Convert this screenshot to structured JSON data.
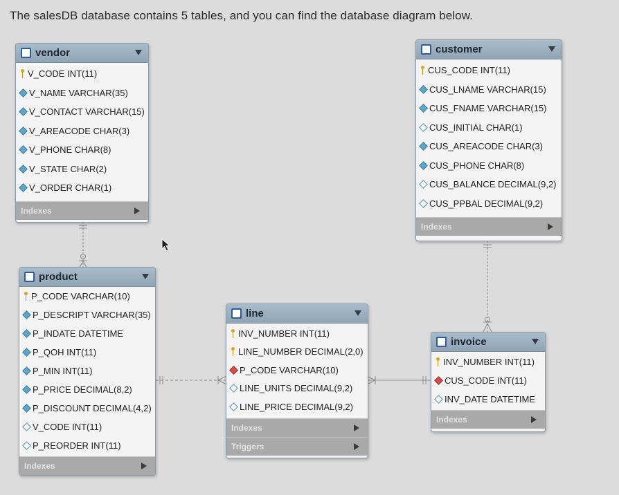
{
  "intro_text": "The salesDB database contains 5 tables, and you can find the database diagram below.",
  "tables": {
    "vendor": {
      "name": "vendor",
      "columns": [
        {
          "label": "V_CODE INT(11)",
          "key": "pk"
        },
        {
          "label": "V_NAME VARCHAR(35)",
          "key": "col"
        },
        {
          "label": "V_CONTACT VARCHAR(15)",
          "key": "col"
        },
        {
          "label": "V_AREACODE CHAR(3)",
          "key": "col"
        },
        {
          "label": "V_PHONE CHAR(8)",
          "key": "col"
        },
        {
          "label": "V_STATE CHAR(2)",
          "key": "col"
        },
        {
          "label": "V_ORDER CHAR(1)",
          "key": "col"
        }
      ],
      "sections": [
        "Indexes"
      ]
    },
    "customer": {
      "name": "customer",
      "columns": [
        {
          "label": "CUS_CODE INT(11)",
          "key": "pk"
        },
        {
          "label": "CUS_LNAME VARCHAR(15)",
          "key": "col"
        },
        {
          "label": "CUS_FNAME VARCHAR(15)",
          "key": "col"
        },
        {
          "label": "CUS_INITIAL CHAR(1)",
          "key": "open"
        },
        {
          "label": "CUS_AREACODE CHAR(3)",
          "key": "col"
        },
        {
          "label": "CUS_PHONE CHAR(8)",
          "key": "col"
        },
        {
          "label": "CUS_BALANCE DECIMAL(9,2)",
          "key": "open"
        },
        {
          "label": "CUS_PPBAL DECIMAL(9,2)",
          "key": "open"
        }
      ],
      "sections": [
        "Indexes"
      ]
    },
    "product": {
      "name": "product",
      "columns": [
        {
          "label": "P_CODE VARCHAR(10)",
          "key": "pk"
        },
        {
          "label": "P_DESCRIPT VARCHAR(35)",
          "key": "col"
        },
        {
          "label": "P_INDATE DATETIME",
          "key": "col"
        },
        {
          "label": "P_QOH INT(11)",
          "key": "col"
        },
        {
          "label": "P_MIN INT(11)",
          "key": "col"
        },
        {
          "label": "P_PRICE DECIMAL(8,2)",
          "key": "col"
        },
        {
          "label": "P_DISCOUNT DECIMAL(4,2)",
          "key": "col"
        },
        {
          "label": "V_CODE INT(11)",
          "key": "open"
        },
        {
          "label": "P_REORDER INT(11)",
          "key": "open"
        }
      ],
      "sections": [
        "Indexes"
      ]
    },
    "line": {
      "name": "line",
      "columns": [
        {
          "label": "INV_NUMBER INT(11)",
          "key": "pkfk"
        },
        {
          "label": "LINE_NUMBER DECIMAL(2,0)",
          "key": "pk"
        },
        {
          "label": "P_CODE VARCHAR(10)",
          "key": "fk"
        },
        {
          "label": "LINE_UNITS DECIMAL(9,2)",
          "key": "open"
        },
        {
          "label": "LINE_PRICE DECIMAL(9,2)",
          "key": "open"
        }
      ],
      "sections": [
        "Indexes",
        "Triggers"
      ]
    },
    "invoice": {
      "name": "invoice",
      "columns": [
        {
          "label": "INV_NUMBER INT(11)",
          "key": "pk"
        },
        {
          "label": "CUS_CODE INT(11)",
          "key": "fk"
        },
        {
          "label": "INV_DATE DATETIME",
          "key": "open"
        }
      ],
      "sections": [
        "Indexes"
      ]
    }
  },
  "colors": {
    "header": "#9fb3c3",
    "body": "#f4f4f4",
    "section": "#a9a9a9",
    "primary_key": "#d6a926",
    "foreign_key": "#d84b4b",
    "column": "#5ea6c9"
  }
}
